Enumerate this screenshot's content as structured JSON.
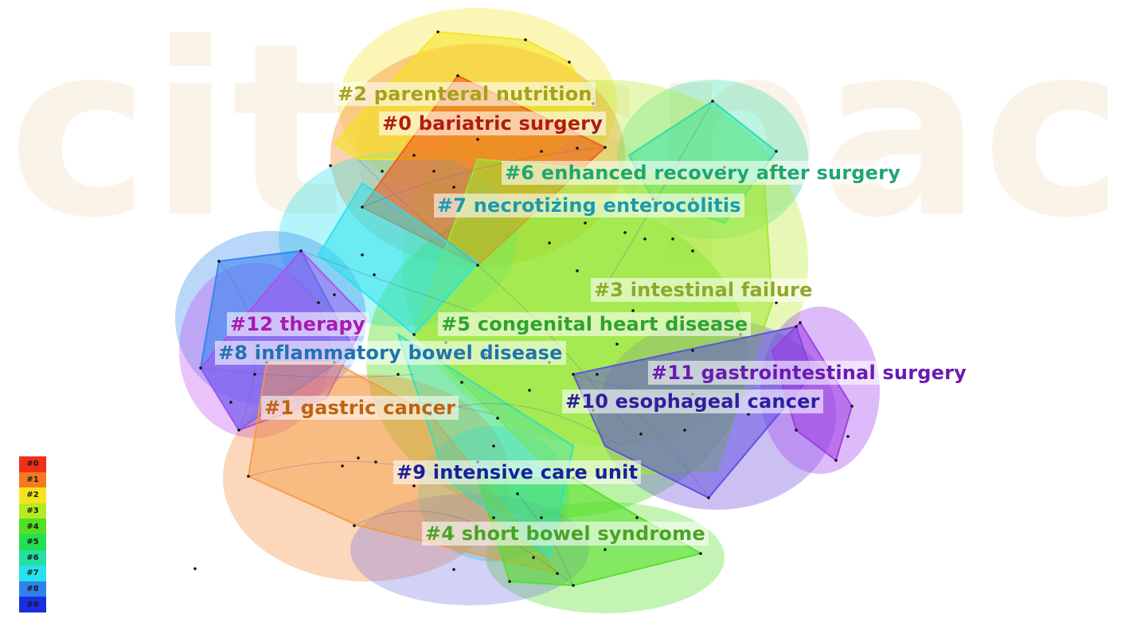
{
  "clusters": [
    {
      "id": "0",
      "label": "#0 bariatric surgery",
      "color": "#b01c10"
    },
    {
      "id": "1",
      "label": "#1 gastric cancer",
      "color": "#c0620e"
    },
    {
      "id": "2",
      "label": "#2 parenteral nutrition",
      "color": "#a4a21a"
    },
    {
      "id": "3",
      "label": "#3 intestinal failure",
      "color": "#8ea82a"
    },
    {
      "id": "4",
      "label": "#4 short bowel syndrome",
      "color": "#4aa324"
    },
    {
      "id": "5",
      "label": "#5 congenital heart disease",
      "color": "#2fa32f"
    },
    {
      "id": "6",
      "label": "#6 enhanced recovery after surgery",
      "color": "#1fa672"
    },
    {
      "id": "7",
      "label": "#7 necrotizing enterocolitis",
      "color": "#1a9ab0"
    },
    {
      "id": "8",
      "label": "#8 inflammatory bowel disease",
      "color": "#1f73b0"
    },
    {
      "id": "9",
      "label": "#9 intensive care unit",
      "color": "#16229a"
    },
    {
      "id": "10",
      "label": "#10 esophageal cancer",
      "color": "#2b1fa0"
    },
    {
      "id": "11",
      "label": "#11 gastrointestinal surgery",
      "color": "#6a1ab0"
    },
    {
      "id": "12",
      "label": "#12 therapy",
      "color": "#a81ab0"
    }
  ],
  "legend": {
    "items": [
      {
        "label": "#0",
        "color": "#f03018"
      },
      {
        "label": "#1",
        "color": "#f47a1e"
      },
      {
        "label": "#2",
        "color": "#f4e41e"
      },
      {
        "label": "#3",
        "color": "#b6ea22"
      },
      {
        "label": "#4",
        "color": "#52df24"
      },
      {
        "label": "#5",
        "color": "#24df52"
      },
      {
        "label": "#6",
        "color": "#24dfa2"
      },
      {
        "label": "#7",
        "color": "#24e2ee"
      },
      {
        "label": "#8",
        "color": "#2e82ee"
      },
      {
        "label": "#9",
        "color": "#1a2ee0"
      }
    ]
  },
  "watermark": {
    "text": "citespace",
    "color": "#f7ead6"
  }
}
